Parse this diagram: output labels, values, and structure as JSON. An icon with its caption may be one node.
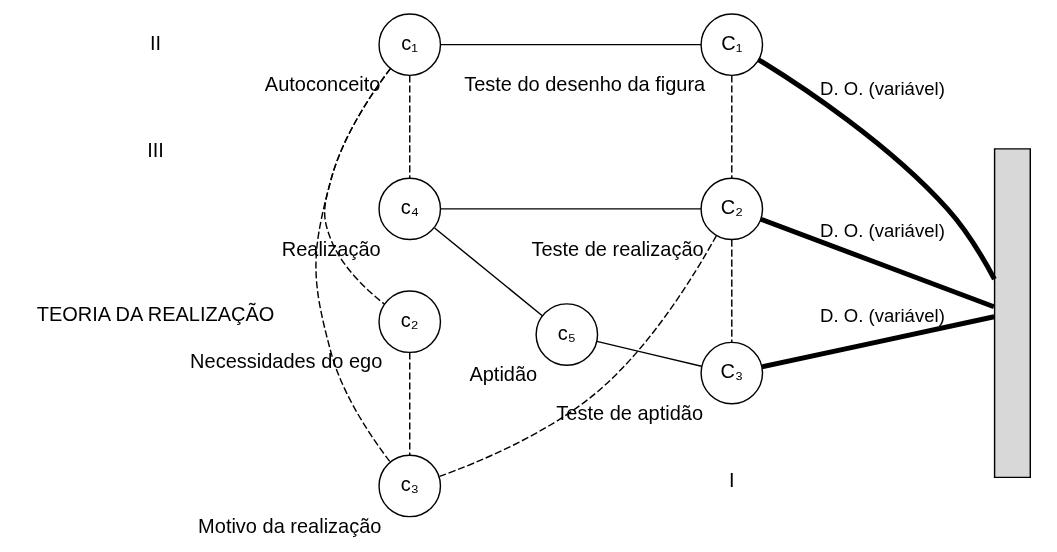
{
  "diagram": {
    "nodes": [
      {
        "text": [
          "c₁"
        ],
        "beside": [
          "Autoconceito"
        ]
      },
      {
        "text": [
          "c₂"
        ],
        "beside": [
          "Necessidades do ego"
        ]
      },
      {
        "text": [
          "c₃"
        ],
        "beside": [
          "Motivo da realização"
        ]
      },
      {
        "text": [
          "c₄"
        ],
        "beside": [
          "Realização"
        ]
      },
      {
        "text": [
          "c₅"
        ],
        "beside": [
          "Aptidão"
        ]
      },
      {
        "text": [
          "C₁"
        ],
        "beside": [
          "Teste do desenho da figura"
        ]
      },
      {
        "text": [
          "C₂"
        ],
        "beside": [
          "Teste de realização"
        ]
      },
      {
        "text": [
          "C₃"
        ],
        "beside": [
          "Teste de aptidão"
        ]
      },
      {
        "text": [],
        "shape": "bar"
      }
    ],
    "edges": [
      {
        "from": 0,
        "to": 5,
        "arrow": "none"
      },
      {
        "from": 0,
        "to": 1,
        "arrow": "none",
        "style": "dashed"
      },
      {
        "from": 0,
        "to": 2,
        "arrow": "none",
        "style": "dashed"
      },
      {
        "from": 0,
        "to": 3,
        "arrow": "none",
        "style": "dashed"
      },
      {
        "from": 1,
        "to": 2,
        "arrow": "none",
        "style": "dashed"
      },
      {
        "from": 2,
        "to": 6,
        "arrow": "none",
        "style": "dashed"
      },
      {
        "from": 3,
        "to": 6,
        "arrow": "none"
      },
      {
        "from": 3,
        "to": 4,
        "arrow": "none"
      },
      {
        "from": 4,
        "to": 7,
        "arrow": "none"
      },
      {
        "from": 5,
        "to": 6,
        "arrow": "none",
        "style": "dashed"
      },
      {
        "from": 6,
        "to": 7,
        "arrow": "none",
        "style": "dashed"
      },
      {
        "from": 5,
        "to": 8,
        "arrow": "none",
        "style": "thick",
        "label": "D. O. (variável)"
      },
      {
        "from": 6,
        "to": 8,
        "arrow": "none",
        "style": "thick",
        "label": "D. O. (variável)"
      },
      {
        "from": 7,
        "to": 8,
        "arrow": "none",
        "style": "thick",
        "label": "D. O. (variável)"
      }
    ],
    "labels": [
      "III",
      "II",
      "I",
      "TEORIA DA REALIZAÇÃO"
    ]
  }
}
